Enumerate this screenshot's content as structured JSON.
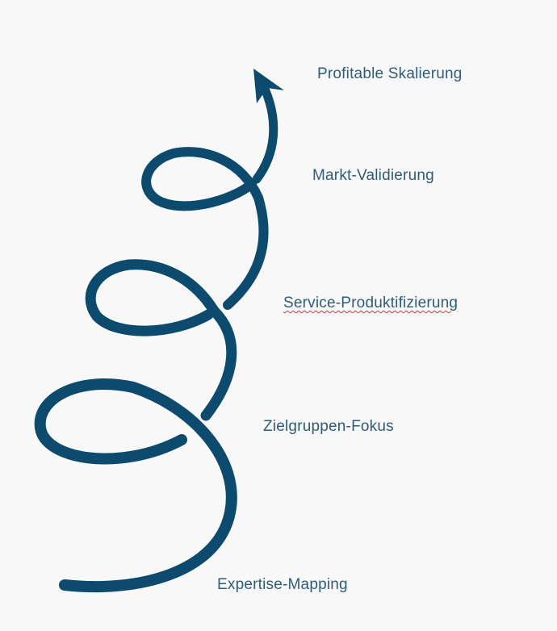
{
  "colors": {
    "spiral": "#0c4a6e",
    "label": "#2e5d7a",
    "spell_check_underline": "#d23b3b"
  },
  "icons": {
    "arrow": "upward-arrowhead-icon"
  },
  "stages": [
    {
      "label": "Expertise-Mapping"
    },
    {
      "label": "Zielgruppen-Fokus"
    },
    {
      "label": "Service-Produktifizierung"
    },
    {
      "label": "Markt-Validierung"
    },
    {
      "label": "Profitable Skalierung"
    }
  ]
}
